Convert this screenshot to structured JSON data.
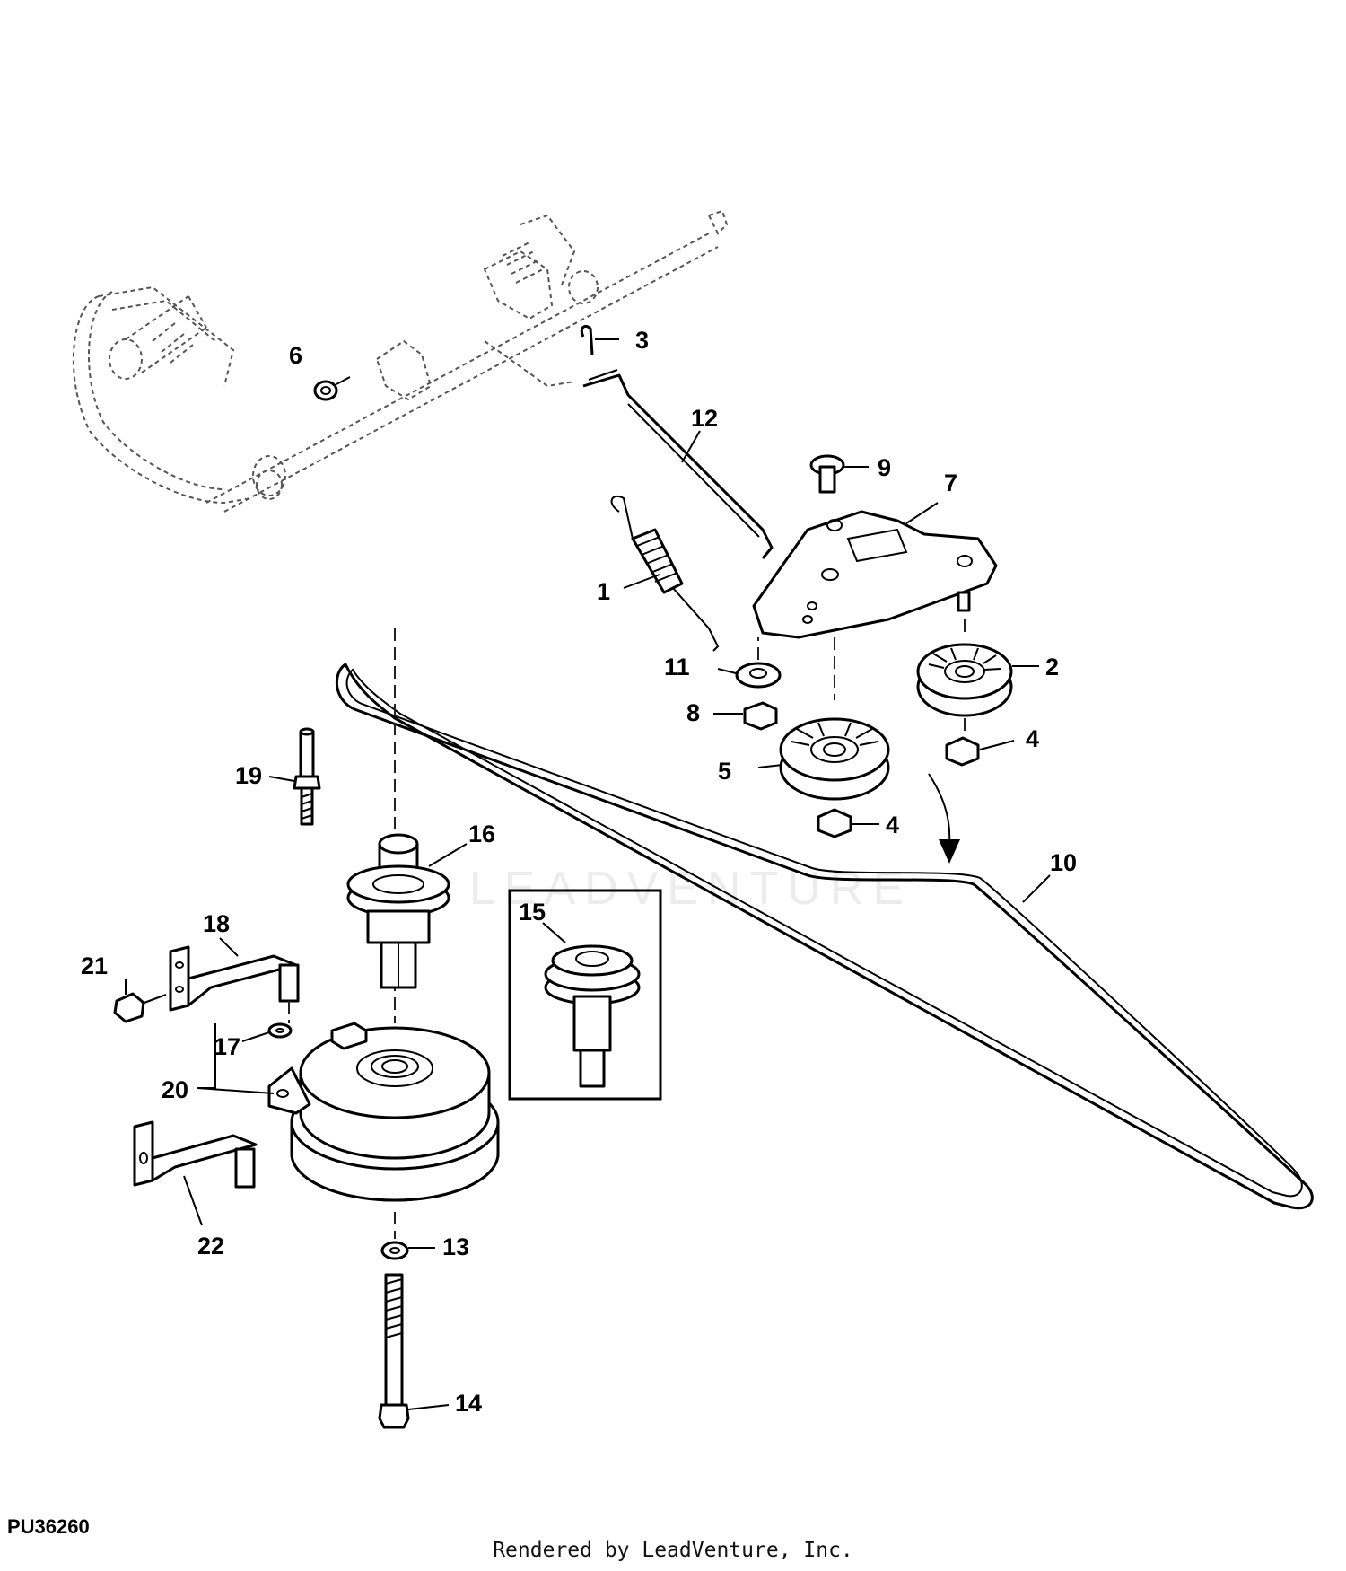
{
  "figure": {
    "id": "PU36260",
    "footer": "Rendered by LeadVenture, Inc.",
    "watermark": "LEADVENTURE"
  },
  "callouts": {
    "c1": "1",
    "c2": "2",
    "c3": "3",
    "c4a": "4",
    "c4b": "4",
    "c5": "5",
    "c6": "6",
    "c7": "7",
    "c8": "8",
    "c9": "9",
    "c10": "10",
    "c11": "11",
    "c12": "12",
    "c13": "13",
    "c14": "14",
    "c15": "15",
    "c16": "16",
    "c17": "17",
    "c18": "18",
    "c19": "19",
    "c20": "20",
    "c21": "21",
    "c22": "22"
  }
}
